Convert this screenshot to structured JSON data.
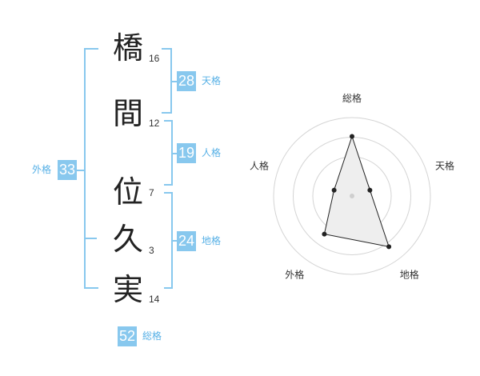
{
  "name": {
    "chars": [
      {
        "char": "橋",
        "strokes": "16"
      },
      {
        "char": "間",
        "strokes": "12"
      },
      {
        "char": "位",
        "strokes": "7"
      },
      {
        "char": "久",
        "strokes": "3"
      },
      {
        "char": "実",
        "strokes": "14"
      }
    ]
  },
  "scores": {
    "tenkaku": {
      "value": "28",
      "label": "天格"
    },
    "jinkaku": {
      "value": "19",
      "label": "人格"
    },
    "chikaku": {
      "value": "24",
      "label": "地格"
    },
    "gaikaku": {
      "value": "33",
      "label": "外格"
    },
    "soukaku": {
      "value": "52",
      "label": "総格"
    }
  },
  "chart_data": {
    "type": "radar",
    "axes": [
      "総格",
      "天格",
      "地格",
      "外格",
      "人格"
    ],
    "levels": 4,
    "values": [
      3.8,
      1.2,
      4.0,
      3.0,
      1.2
    ],
    "max": 5,
    "colors": {
      "fill": "#eeeeee",
      "stroke": "#222222",
      "grid": "#d4d4d4"
    }
  },
  "colors": {
    "accent": "#88c8ee",
    "accent_text": "#56b0e6"
  }
}
